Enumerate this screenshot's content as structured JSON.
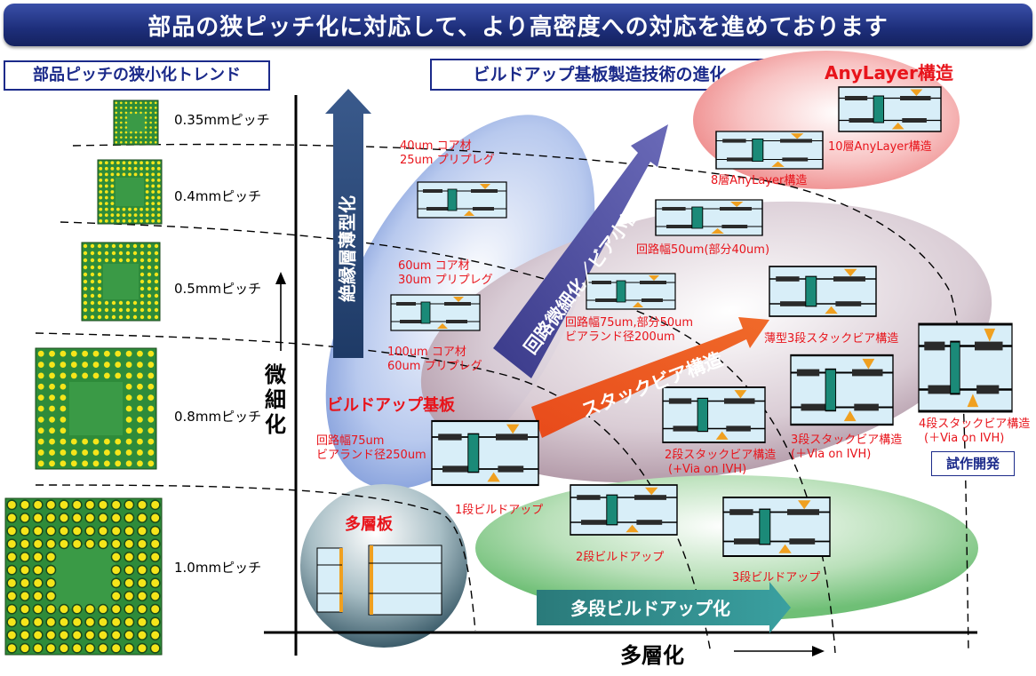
{
  "banner": {
    "title": "部品の狭ピッチ化に対応して、より高密度への対応を進めております"
  },
  "left_panel": {
    "title": "部品ピッチの狭小化トレンド",
    "pitches": [
      "0.35mmピッチ",
      "0.4mmピッチ",
      "0.5mmピッチ",
      "0.8mmピッチ",
      "1.0mmピッチ"
    ]
  },
  "right_title": "ビルドアップ基板製造技術の進化",
  "axes": {
    "y_label": "微細化",
    "x_label": "多層化"
  },
  "arrows": {
    "thin": "絶縁層薄型化",
    "fine": "回路微細化／ビア小径化",
    "stack": "スタックビア構造",
    "multi": "多段ビルドアップ化"
  },
  "regions": {
    "multilayer": "多層板",
    "buildup": "ビルドアップ基板",
    "anylayer": "AnyLayer構造"
  },
  "labels": {
    "core40": "40um コア材",
    "prepreg25": "25um プリプレグ",
    "core60": "60um コア材",
    "prepreg30": "30um プリプレグ",
    "core100": "100um コア材",
    "prepreg60": "60um プリプレグ",
    "w75": "回路幅75um",
    "land250": "ビアランド径250um",
    "w75p50": "回路幅75um,部分50um",
    "land200": "ビアランド径200um",
    "w50p40": "回路幅50um(部分40um)",
    "stage1": "1段ビルドアップ",
    "stage2": "2段ビルドアップ",
    "stage3": "3段ビルドアップ",
    "stack2a": "2段スタックビア構造",
    "stack2b": "(+Via on IVH)",
    "stack3a": "3段スタックビア構造",
    "stack3b": "(＋Via on IVH)",
    "thin3": "薄型3段スタックビア構造",
    "stack4a": "4段スタックビア構造",
    "stack4b": "(＋Via on IVH)",
    "any8": "8層AnyLayer構造",
    "any10": "10層AnyLayer構造",
    "trial": "試作開発"
  },
  "colors": {
    "banner": "#1d2e7a",
    "red": "#e8141b",
    "navy": "#1b2a8a",
    "pcb": "#2e8b3a",
    "pad": "#f5e51a"
  }
}
